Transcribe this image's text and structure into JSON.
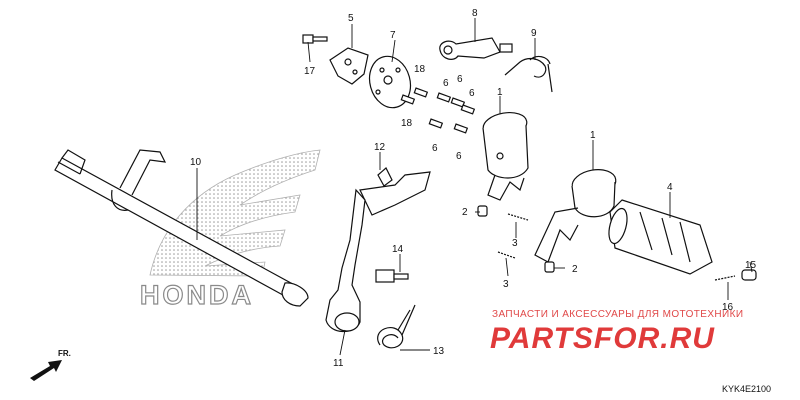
{
  "callouts": [
    {
      "id": "c5",
      "num": "5"
    },
    {
      "id": "c7",
      "num": "7"
    },
    {
      "id": "c17",
      "num": "17"
    },
    {
      "id": "c8",
      "num": "8"
    },
    {
      "id": "c9",
      "num": "9"
    },
    {
      "id": "c18a",
      "num": "18"
    },
    {
      "id": "c18b",
      "num": "18"
    },
    {
      "id": "c6a",
      "num": "6"
    },
    {
      "id": "c6b",
      "num": "6"
    },
    {
      "id": "c6c",
      "num": "6"
    },
    {
      "id": "c6d",
      "num": "6"
    },
    {
      "id": "c6e",
      "num": "6"
    },
    {
      "id": "c1a",
      "num": "1"
    },
    {
      "id": "c1b",
      "num": "1"
    },
    {
      "id": "c10",
      "num": "10"
    },
    {
      "id": "c12",
      "num": "12"
    },
    {
      "id": "c2a",
      "num": "2"
    },
    {
      "id": "c2b",
      "num": "2"
    },
    {
      "id": "c3a",
      "num": "3"
    },
    {
      "id": "c3b",
      "num": "3"
    },
    {
      "id": "c4",
      "num": "4"
    },
    {
      "id": "c14",
      "num": "14"
    },
    {
      "id": "c15",
      "num": "15"
    },
    {
      "id": "c16",
      "num": "16"
    },
    {
      "id": "c11",
      "num": "11"
    },
    {
      "id": "c13",
      "num": "13"
    }
  ],
  "watermark": {
    "line1": "ЗАПЧАСТИ И АКСЕССУАРЫ ДЛЯ МОТОТЕХНИКИ",
    "line2": "PARTSFOR.RU",
    "brand": "HONDA"
  },
  "direction": "FR.",
  "diagram_code": "KYK4E2100",
  "colors": {
    "ink": "#111111",
    "watermark": "#e03a3a",
    "logo": "#8a8a8a"
  }
}
